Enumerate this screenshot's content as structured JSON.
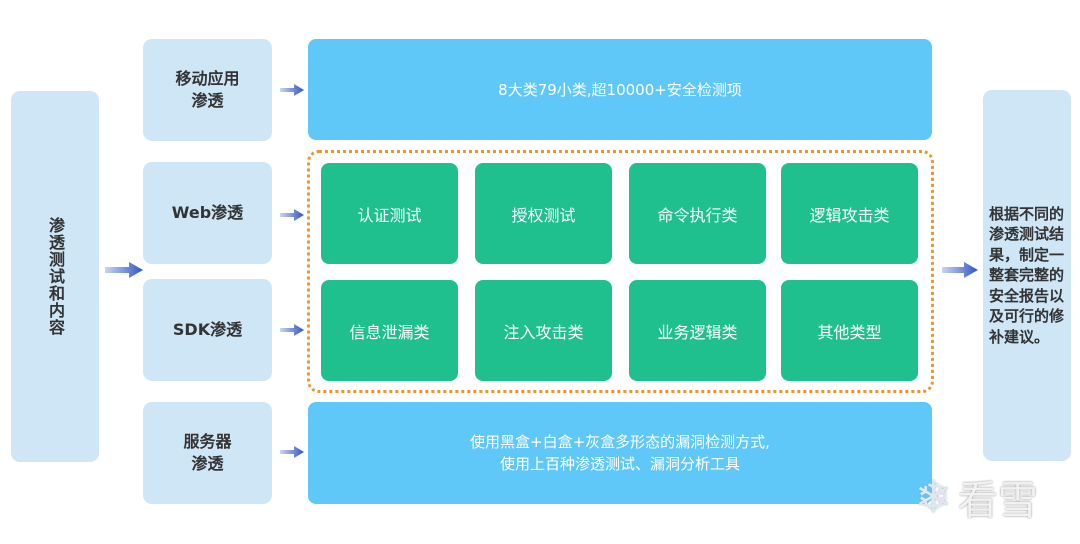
{
  "left": {
    "label": "渗透测试和内容"
  },
  "categories": [
    {
      "label": "移动应用\n渗透"
    },
    {
      "label": "Web渗透"
    },
    {
      "label": "SDK渗透"
    },
    {
      "label": "服务器\n渗透"
    }
  ],
  "top_bar": {
    "text": "8大类79小类,超10000+安全检测项"
  },
  "grid": [
    "认证测试",
    "授权测试",
    "命令执行类",
    "逻辑攻击类",
    "信息泄漏类",
    "注入攻击类",
    "业务逻辑类",
    "其他类型"
  ],
  "bottom_bar": {
    "line1": "使用黑盒+白盒+灰盒多形态的漏洞检测方式,",
    "line2": "使用上百种渗透测试、漏洞分析工具"
  },
  "right": {
    "text": "根据不同的渗透测试结果，制定一整套完整的安全报告以及可行的修补建议。"
  },
  "watermark": {
    "text": "看雪"
  },
  "colors": {
    "light": "#cfe6f7",
    "blue": "#5fc8f8",
    "green": "#20bf8e",
    "dotted": "#f0952a",
    "arrow": "#3a5fc8"
  }
}
